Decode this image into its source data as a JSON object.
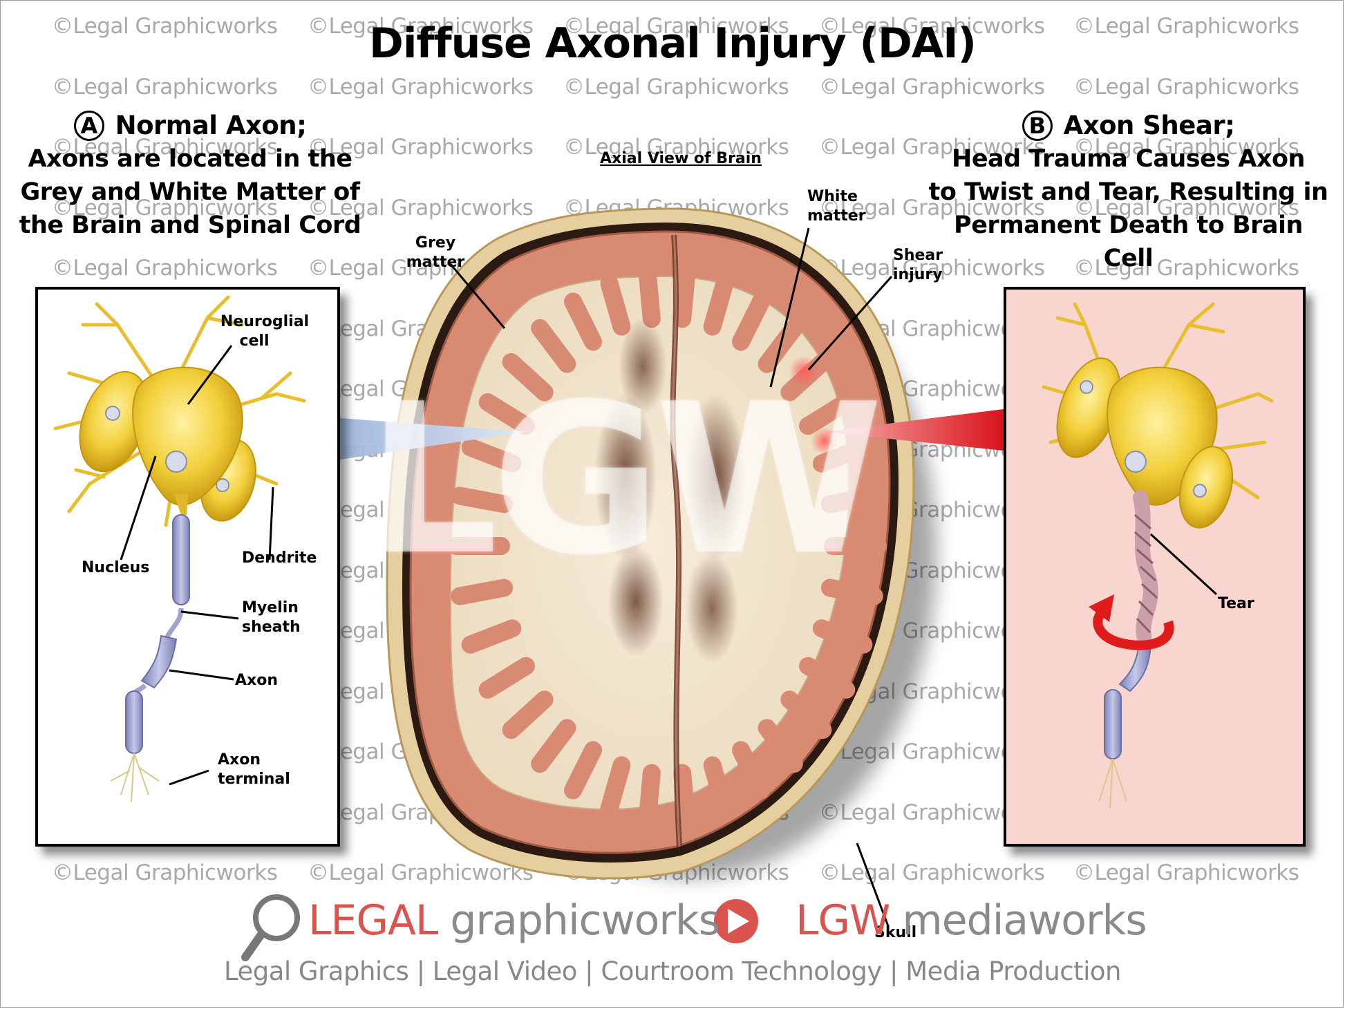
{
  "title": "Diffuse Axonal Injury (DAI)",
  "watermark": "©Legal Graphicworks",
  "center_mark": "LGW",
  "left_heading": {
    "badge": "A",
    "title": "Normal Axon;",
    "line1": "Axons are located in the",
    "line2": "Grey and White Matter of",
    "line3": "the Brain and Spinal Cord"
  },
  "right_heading": {
    "badge": "B",
    "title": "Axon Shear;",
    "line1": "Head Trauma Causes Axon",
    "line2": "to Twist and Tear, Resulting in",
    "line3": "Permanent Death to Brain Cell"
  },
  "center": {
    "axial_view": "Axial View of Brain",
    "grey_matter_1": "Grey",
    "grey_matter_2": "matter",
    "white_matter_1": "White",
    "white_matter_2": "matter",
    "shear_injury_1": "Shear",
    "shear_injury_2": "injury",
    "skull": "Skull"
  },
  "left_panel": {
    "neuroglial_1": "Neuroglial",
    "neuroglial_2": "cell",
    "nucleus": "Nucleus",
    "dendrite": "Dendrite",
    "myelin_1": "Myelin",
    "myelin_2": "sheath",
    "axon": "Axon",
    "terminal_1": "Axon",
    "terminal_2": "terminal"
  },
  "right_panel": {
    "tear": "Tear"
  },
  "footer": {
    "legal": "LEGAL",
    "graphicworks": "graphicworks",
    "lgw": "LGW",
    "mediaworks": "mediaworks",
    "tagline": "Legal Graphics | Legal Video | Courtroom Technology | Media Production"
  },
  "colors": {
    "grey_matter": "#d98a72",
    "white_matter": "#f3e6cf",
    "skull": "#e9d3a4",
    "neuron": "#f2cf3a",
    "myelin": "#9ea3cf",
    "right_panel_bg": "#f8d6cf",
    "shear_arrow": "#e01b1b",
    "normal_pointer": "#a8bfe0",
    "logo_red": "#d9534f"
  }
}
